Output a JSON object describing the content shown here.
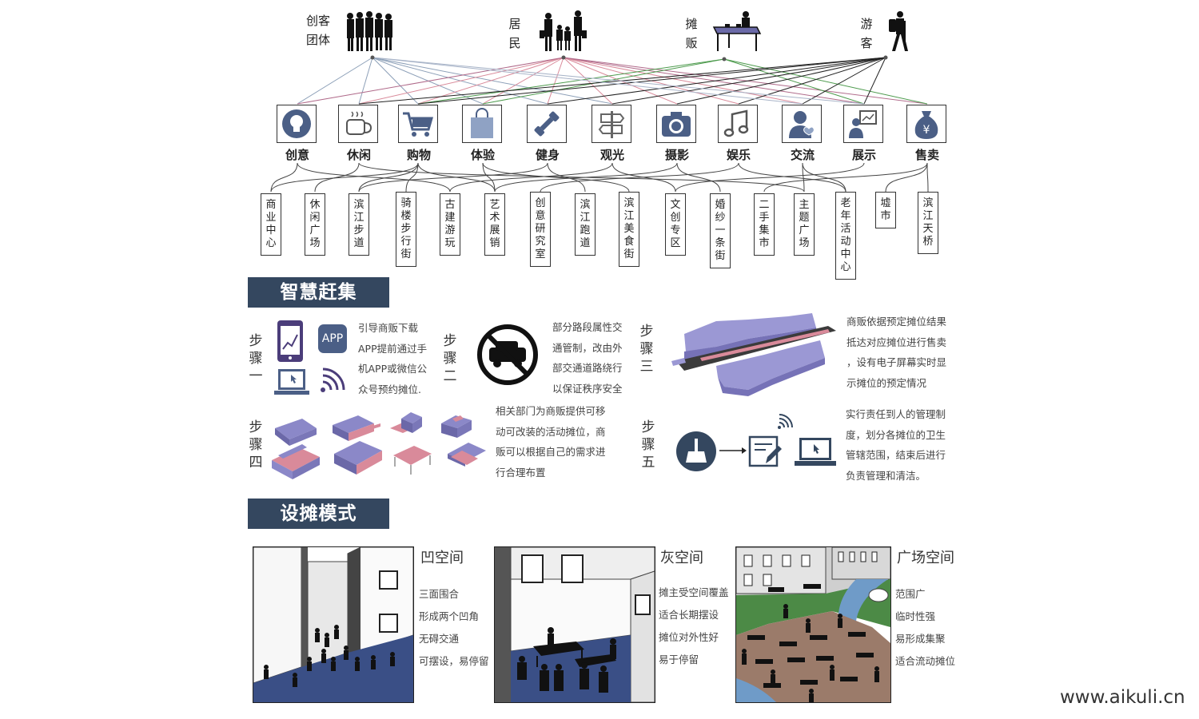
{
  "groups": [
    {
      "label_l1": "创客",
      "label_l2": "团体"
    },
    {
      "label_l1": "居",
      "label_l2": "民"
    },
    {
      "label_l1": "摊",
      "label_l2": "贩"
    },
    {
      "label_l1": "游",
      "label_l2": "客"
    }
  ],
  "activities": [
    "创意",
    "休闲",
    "购物",
    "体验",
    "健身",
    "观光",
    "摄影",
    "娱乐",
    "交流",
    "展示",
    "售卖"
  ],
  "places": [
    "商业中心",
    "休闲广场",
    "滨江步道",
    "骑楼步行街",
    "古建游玩",
    "艺术展销",
    "创意研究室",
    "滨江跑道",
    "滨江美食街",
    "文创专区",
    "婚纱一条街",
    "二手集市",
    "主题广场",
    "老年活动中心",
    "墟市",
    "滨江天桥"
  ],
  "colors": {
    "header_bg": "#34475f",
    "purple": "#8b88c8",
    "pink": "#d98a9a",
    "navy": "#3a4f86",
    "green": "#4c9a4c"
  },
  "sections": {
    "smart_market": "智慧赶集",
    "stall_mode": "设摊模式"
  },
  "steps": {
    "s1": {
      "label": "步骤一",
      "icon_app": "APP",
      "text": [
        "引导商贩下载",
        "APP提前通过手",
        "机APP或微信公",
        "众号预约摊位."
      ]
    },
    "s2": {
      "label": "步骤二",
      "text": [
        "部分路段属性交",
        "通管制，改由外",
        "部交通道路绕行",
        "以保证秩序安全"
      ]
    },
    "s3": {
      "label": "步骤三",
      "text": [
        "商贩依据预定摊位结果",
        "抵达对应摊位进行售卖",
        "，设有电子屏幕实时显",
        "示摊位的预定情况"
      ]
    },
    "s4": {
      "label": "步骤四",
      "text": [
        "相关部门为商贩提供可移",
        "动可改装的活动摊位，商",
        "贩可以根据自己的需求进",
        "行合理布置"
      ]
    },
    "s5": {
      "label": "步骤五",
      "text": [
        "实行责任到人的管理制",
        "度，划分各摊位的卫生",
        "管辖范围，结束后进行",
        "负责管理和清洁。"
      ]
    }
  },
  "patterns": [
    {
      "title": "凹空间",
      "items": [
        "三面围合",
        "形成两个凹角",
        "无碍交通",
        "可摆设，易停留"
      ]
    },
    {
      "title": "灰空间",
      "items": [
        "摊主受空间覆盖",
        "适合长期摆设",
        "摊位对外性好",
        "易于停留"
      ]
    },
    {
      "title": "广场空间",
      "items": [
        "范围广",
        "临时性强",
        "易形成集聚",
        "适合流动摊位"
      ]
    }
  ],
  "watermark": "www.aikuli.cn"
}
